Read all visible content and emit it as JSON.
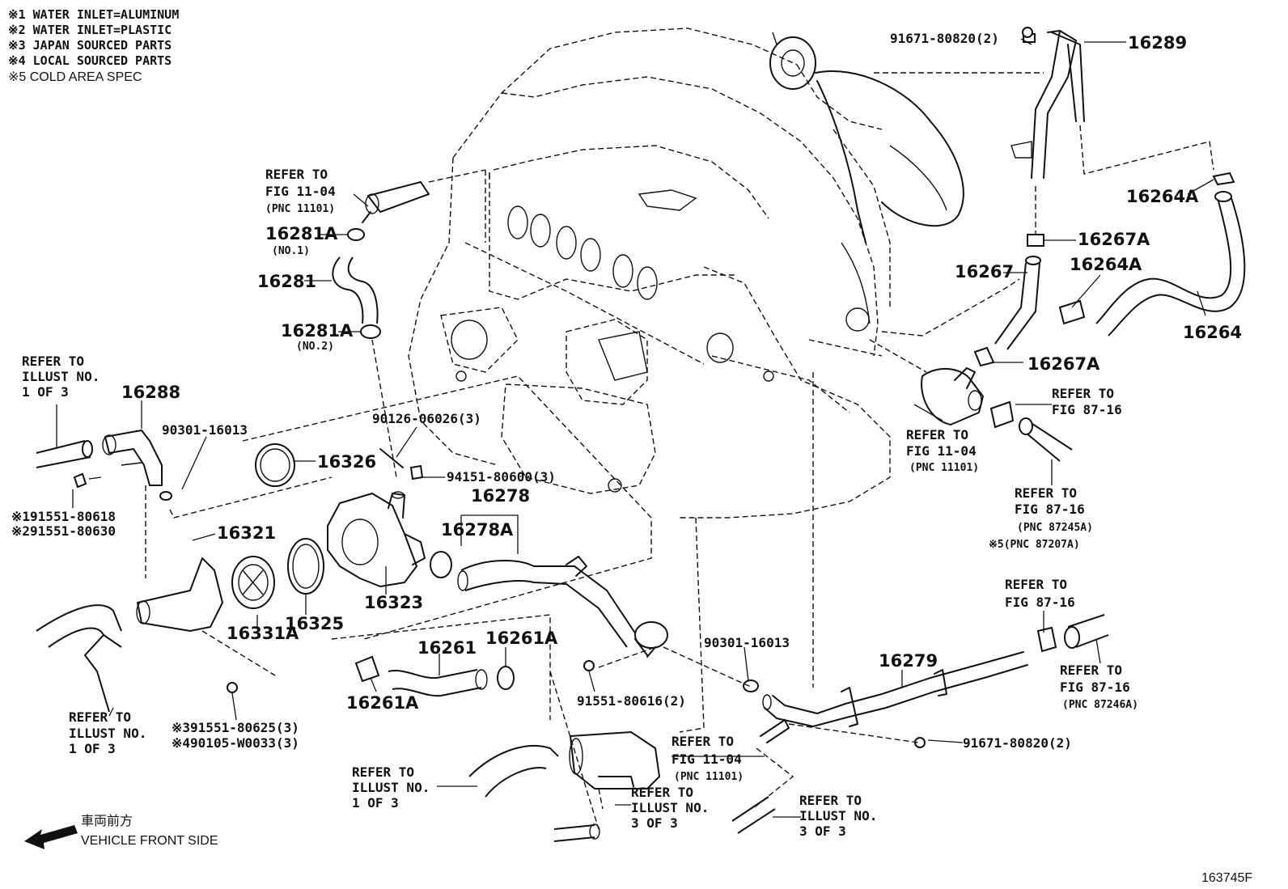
{
  "notes": [
    "※1 WATER INLET=ALUMINUM",
    "※2 WATER INLET=PLASTIC",
    "※3 JAPAN SOURCED PARTS",
    "※4 LOCAL SOURCED PARTS",
    "※5 COLD AREA SPEC"
  ],
  "parts": {
    "p16289": "16289",
    "p91671_top": "91671-80820(2)",
    "p16264A_a": "16264A",
    "p16264A_b": "16264A",
    "p16267A_a": "16267A",
    "p16267A_b": "16267A",
    "p16267": "16267",
    "p16264": "16264",
    "p16281A_1": "16281A",
    "p16281A_1n": "(NO.1)",
    "p16281": "16281",
    "p16281A_2": "16281A",
    "p16281A_2n": "(NO.2)",
    "p16288": "16288",
    "p90301_a": "90301-16013",
    "p90126": "90126-06026(3)",
    "p94151": "94151-80600(3)",
    "p16326": "16326",
    "p16278": "16278",
    "p16278A": "16278A",
    "p91551_80618": "※191551-80618",
    "p91551_80630": "※291551-80630",
    "p16321": "16321",
    "p16331A": "16331A",
    "p16325": "16325",
    "p16323": "16323",
    "p16261": "16261",
    "p16261A_a": "16261A",
    "p16261A_b": "16261A",
    "p90301_b": "90301-16013",
    "p16279": "16279",
    "p91551_80616": "91551-80616(2)",
    "p91671_bot": "91671-80820(2)",
    "p91551_80625": "※391551-80625(3)",
    "p90105": "※490105-W0033(3)"
  },
  "refs": {
    "r1": [
      "REFER TO",
      "FIG 11-04",
      "(PNC 11101)"
    ],
    "r2": [
      "REFER TO",
      "ILLUST NO.",
      "1 OF 3"
    ],
    "r3": [
      "REFER TO",
      "FIG 11-04",
      "(PNC 11101)"
    ],
    "r4": [
      "REFER TO",
      "FIG 87-16"
    ],
    "r5": [
      "REFER TO",
      "FIG 87-16",
      "(PNC 87245A)",
      "※5(PNC 87207A)"
    ],
    "r6": [
      "REFER TO",
      "FIG 87-16"
    ],
    "r7": [
      "REFER TO",
      "FIG 87-16",
      "(PNC 87246A)"
    ],
    "r8": [
      "REFER TO",
      "ILLUST NO.",
      "1 OF 3"
    ],
    "r9": [
      "REFER TO",
      "ILLUST NO.",
      "1 OF 3"
    ],
    "r10": [
      "REFER TO",
      "FIG 11-04",
      "(PNC 11101)"
    ],
    "r11": [
      "REFER TO",
      "ILLUST NO.",
      "3 OF 3"
    ],
    "r12": [
      "REFER TO",
      "ILLUST NO.",
      "3 OF 3"
    ]
  },
  "front": {
    "jp": "車両前方",
    "en": "VEHICLE FRONT SIDE"
  },
  "figure_id": "163745F"
}
